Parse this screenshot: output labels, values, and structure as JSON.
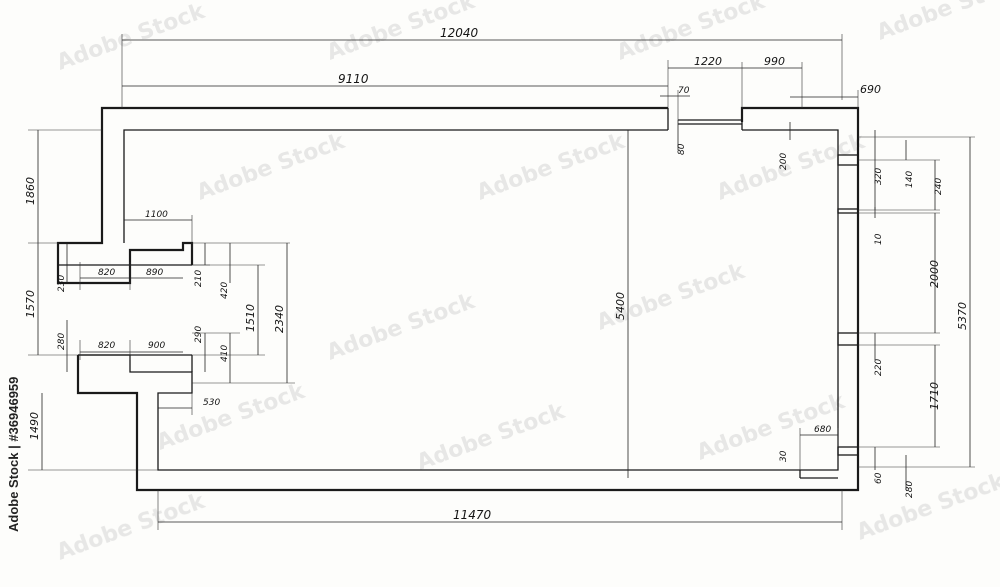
{
  "diagram": {
    "type": "floor-plan",
    "dimensions": {
      "top_total": "12040",
      "top_left_run": "9110",
      "top_gap": "70",
      "top_opening": "1220",
      "top_right_segment": "990",
      "top_corner": "690",
      "left_top_height": "1860",
      "left_middle_height": "1570",
      "left_bottom_height": "1490",
      "notch_width": "1100",
      "upper_niche_left": "820",
      "upper_niche_right": "890",
      "upper_niche_h1": "230",
      "upper_niche_h2": "210",
      "upper_niche_h3": "420",
      "lower_niche_left": "820",
      "lower_niche_right": "900",
      "lower_niche_h1": "280",
      "lower_niche_h2": "290",
      "lower_niche_h3": "410",
      "niche_span_1": "1510",
      "niche_span_2": "2340",
      "lower_offset": "530",
      "interior_height": "5400",
      "small_80": "80",
      "small_200": "200",
      "right_320": "320",
      "right_140": "140",
      "right_240": "240",
      "right_10": "10",
      "right_2000": "2000",
      "right_220": "220",
      "right_1710": "1710",
      "right_60": "60",
      "right_280": "280",
      "right_total": "5370",
      "bottom_right_opening": "680",
      "bottom_small_30": "30",
      "bottom_total": "11470"
    },
    "watermark": "Adobe Stock",
    "stock_id": "Adobe Stock | #36946959"
  }
}
